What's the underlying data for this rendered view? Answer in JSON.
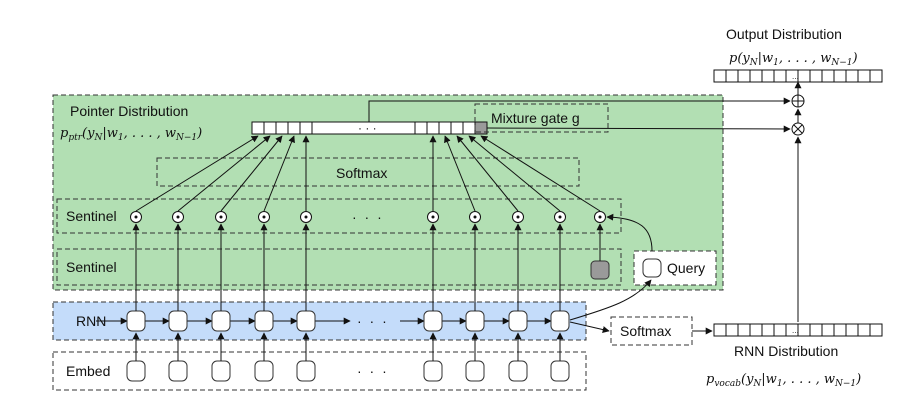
{
  "output": {
    "title": "Output Distribution",
    "formula": "p(y_N | w_1, ..., w_{N-1})",
    "ellipsis": "..."
  },
  "pointer": {
    "title": "Pointer Distribution",
    "formula": "p_ptr(y_N | w_1, ..., w_{N-1})",
    "ellipsis": "· · ·",
    "mixture_gate": "Mixture gate g"
  },
  "softmax_inner": "Softmax",
  "sentinel_row_label": "Sentinel",
  "sentinel_box_label": "Sentinel",
  "rnn_label": "RNN",
  "embed_label": "Embed",
  "query_label": "Query",
  "softmax_vocab": "Softmax",
  "rnn_dist": {
    "title": "RNN Distribution",
    "formula": "p_vocab(y_N | w_1, ..., w_{N-1})",
    "ellipsis": "..."
  },
  "row_ellipsis": "· · ·",
  "operators": {
    "sum": "⊕",
    "product": "⊗",
    "dot": "⊙"
  },
  "colors": {
    "pointer_bg": "#b2dfb3",
    "rnn_bg": "#c4dcfa",
    "gate_cell": "#9a9a9a",
    "sentinel_node": "#9a9a9a"
  }
}
